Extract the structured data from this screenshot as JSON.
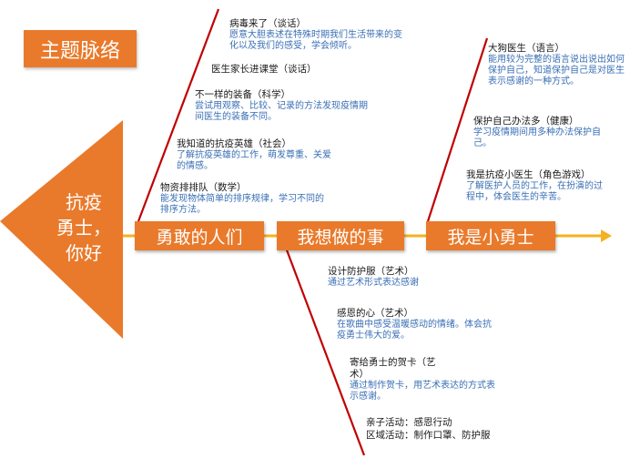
{
  "title": "主题脉络",
  "head": {
    "line1": "抗疫",
    "line2": "勇士，",
    "line3": "你好"
  },
  "spine": [
    {
      "label": "勇敢的人们"
    },
    {
      "label": "我想做的事"
    },
    {
      "label": "我是小勇士"
    }
  ],
  "branch1": [
    {
      "title": "病毒来了（谈话）",
      "desc": "愿意大胆表述在特殊时期我们生活带来的变化以及我们的感受，学会倾听。"
    },
    {
      "title": "医生家长进课堂（谈话）",
      "desc": ""
    },
    {
      "title": "不一样的装备（科学）",
      "desc": "尝试用观察、比较、记录的方法发现疫情期间医生的装备不同。"
    },
    {
      "title": "我知道的抗疫英雄（社会）",
      "desc": "了解抗疫英雄的工作，萌发尊重、关爱的情感。"
    },
    {
      "title": "物资排排队（数学）",
      "desc": "能发现物体简单的排序规律，学习不同的排序方法。"
    }
  ],
  "branch2": [
    {
      "title": "设计防护服（艺术）",
      "desc": "通过艺术形式表达感谢"
    },
    {
      "title": "感恩的心（艺术）",
      "desc": "在歌曲中感受温暖感动的情绪。体会抗疫勇士伟大的爱。"
    },
    {
      "title": "寄给勇士的贺卡（艺术）",
      "desc": "通过制作贺卡，用艺术表达的方式表示感谢。"
    },
    {
      "title": "亲子活动：感恩行动",
      "desc": ""
    },
    {
      "title": "区域活动：制作口罩、防护服",
      "desc": ""
    }
  ],
  "branch3": [
    {
      "title": "大狗医生（语言）",
      "desc": "能用较为完整的语言说出说出如何保护自己，知道保护自己是对医生表示感谢的一种方式。"
    },
    {
      "title": "保护自己办法多（健康）",
      "desc": "学习疫情期间用多种办法保护自己。"
    },
    {
      "title": "我是抗疫小医生（角色游戏）",
      "desc": "了解医护人员的工作，在扮演的过程中，体会医生的辛苦。"
    }
  ],
  "colors": {
    "accent": "#e97a2b",
    "desc_text": "#3a6fb5",
    "spine_arrow": "#f5b21f",
    "branch_line": "#c00000"
  }
}
